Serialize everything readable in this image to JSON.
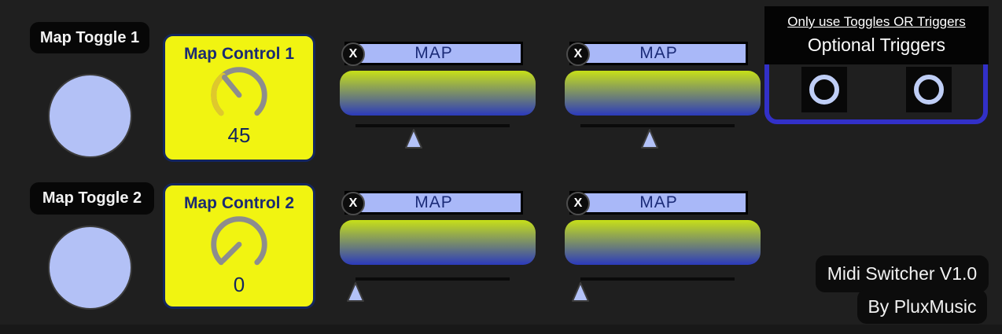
{
  "panel": {
    "toggle1_label": "Map Toggle 1",
    "toggle2_label": "Map Toggle 2",
    "control1": {
      "label": "Map Control 1",
      "value": 45,
      "max": 127
    },
    "control2": {
      "label": "Map Control 2",
      "value": 0,
      "max": 127
    },
    "mappers": [
      {
        "map_label": "MAP",
        "clear_label": "X",
        "slider_fraction": 0.38
      },
      {
        "map_label": "MAP",
        "clear_label": "X",
        "slider_fraction": 0.45
      },
      {
        "map_label": "MAP",
        "clear_label": "X",
        "slider_fraction": 0.0
      },
      {
        "map_label": "MAP",
        "clear_label": "X",
        "slider_fraction": 0.0
      }
    ],
    "triggers": {
      "warning": "Only use Toggles OR Triggers",
      "title": "Optional Triggers"
    },
    "footer": {
      "title": "Midi Switcher V1.0",
      "byline": "By PluxMusic"
    }
  },
  "colors": {
    "background": "#1f1f1f",
    "panel_yellow": "#f1f411",
    "navy_text": "#1b2b72",
    "periwinkle": "#b3c1f6",
    "map_bar": "#a9b8f8",
    "gradient_top": "#c7e018",
    "gradient_bottom": "#2b3abc",
    "knob_gray": "#8d8d8d",
    "knob_value_arc": "#dfc82c",
    "trigger_border_blue": "#3230c8",
    "trigger_ring": "#bfcef6"
  }
}
